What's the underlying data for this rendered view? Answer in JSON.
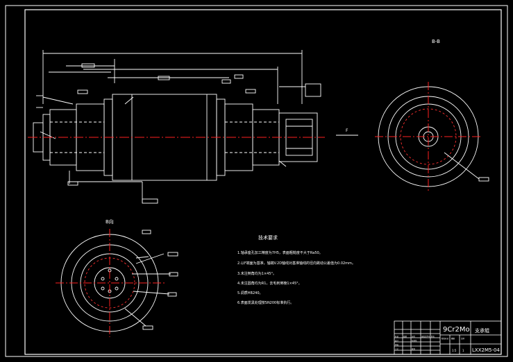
{
  "colors": {
    "background": "#000000",
    "line": "#ffffff",
    "centerline": "#ff2020",
    "dimension": "#ffffff",
    "hatch": "#ff3030"
  },
  "views": {
    "front_view": {
      "label": ""
    },
    "side_view_right": {
      "label": "B-B"
    },
    "side_view_left": {
      "label": "B向"
    }
  },
  "markers": {
    "section_arrow": "F"
  },
  "tech_requirements": {
    "title": "技术要求",
    "items": [
      "1.轴承座孔加工精度为7H5，表面粗糙度不大于Ra50。",
      "2.以F端面为基准，轴端V.2D轴线对基准轴线的径向跳动公差值为0.02mm。",
      "3.未注倒角均为1×45°。",
      "4.未注圆角均为R1，去毛刺倒棱1×45°。",
      "5.调质HB240。",
      "6.表面发黑处理按SN200标准执行。"
    ]
  },
  "title_block": {
    "material": "9Cr2Mo",
    "part_name": "支承辊",
    "drawing_number": "LXX2M5-04",
    "scale": "1:5",
    "sheet": "1",
    "weight": "",
    "small_cells": [
      "标记",
      "处数",
      "分区",
      "更改文件号",
      "签名",
      "年月日",
      "设计",
      "标准化",
      "审核",
      "工艺",
      "批准",
      "阶段标记",
      "重量",
      "比例",
      "共 张",
      "第 张"
    ]
  }
}
